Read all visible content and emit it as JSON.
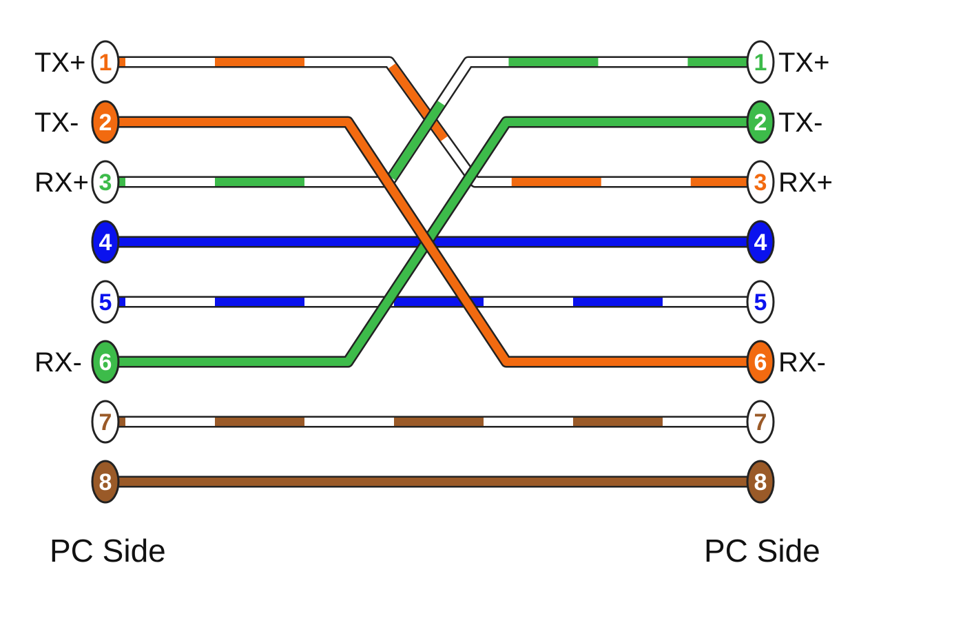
{
  "colors": {
    "orange": "#f26a10",
    "green": "#3dbb4a",
    "blue": "#0a12ee",
    "brown": "#9a5a28",
    "white": "#ffffff",
    "outline": "#222222"
  },
  "left": {
    "side_label": "PC Side",
    "pins": [
      {
        "num": "1",
        "color": "orange",
        "solid": false,
        "signal": "TX+"
      },
      {
        "num": "2",
        "color": "orange",
        "solid": true,
        "signal": "TX-"
      },
      {
        "num": "3",
        "color": "green",
        "solid": false,
        "signal": "RX+"
      },
      {
        "num": "4",
        "color": "blue",
        "solid": true,
        "signal": ""
      },
      {
        "num": "5",
        "color": "blue",
        "solid": false,
        "signal": ""
      },
      {
        "num": "6",
        "color": "green",
        "solid": true,
        "signal": "RX-"
      },
      {
        "num": "7",
        "color": "brown",
        "solid": false,
        "signal": ""
      },
      {
        "num": "8",
        "color": "brown",
        "solid": true,
        "signal": ""
      }
    ]
  },
  "right": {
    "side_label": "PC Side",
    "pins": [
      {
        "num": "1",
        "color": "green",
        "solid": false,
        "signal": "TX+"
      },
      {
        "num": "2",
        "color": "green",
        "solid": true,
        "signal": "TX-"
      },
      {
        "num": "3",
        "color": "orange",
        "solid": false,
        "signal": "RX+"
      },
      {
        "num": "4",
        "color": "blue",
        "solid": true,
        "signal": ""
      },
      {
        "num": "5",
        "color": "blue",
        "solid": false,
        "signal": ""
      },
      {
        "num": "6",
        "color": "orange",
        "solid": true,
        "signal": "RX-"
      },
      {
        "num": "7",
        "color": "brown",
        "solid": false,
        "signal": ""
      },
      {
        "num": "8",
        "color": "brown",
        "solid": true,
        "signal": ""
      }
    ]
  },
  "connections": [
    {
      "from": 1,
      "to": 3,
      "color": "orange",
      "solid": false
    },
    {
      "from": 2,
      "to": 6,
      "color": "orange",
      "solid": true
    },
    {
      "from": 3,
      "to": 1,
      "color": "green",
      "solid": false
    },
    {
      "from": 4,
      "to": 4,
      "color": "blue",
      "solid": true
    },
    {
      "from": 5,
      "to": 5,
      "color": "blue",
      "solid": false
    },
    {
      "from": 6,
      "to": 2,
      "color": "green",
      "solid": true
    },
    {
      "from": 7,
      "to": 7,
      "color": "brown",
      "solid": false
    },
    {
      "from": 8,
      "to": 8,
      "color": "brown",
      "solid": true
    }
  ]
}
